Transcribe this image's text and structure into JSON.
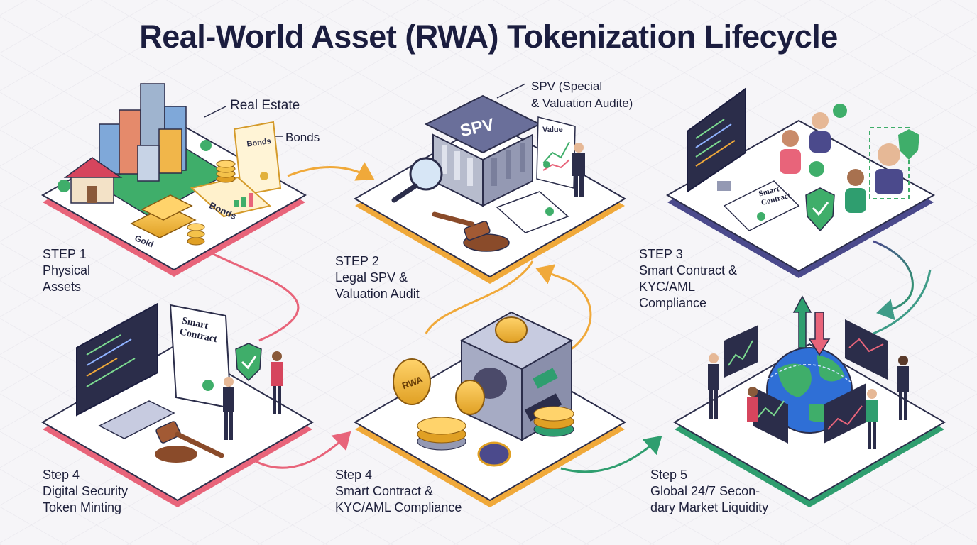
{
  "title": "Real-World Asset (RWA) Tokenization Lifecycle",
  "steps": [
    {
      "label": "STEP 1\nPhysical\nAssets",
      "accent": "#e8647a"
    },
    {
      "label": "STEP 2\nLegal SPV &\nValuation Audit",
      "accent": "#f0a93a"
    },
    {
      "label": "STEP 3\nSmart Contract &\nKYC/AML\nCompliance",
      "accent": "#4b4a8c"
    },
    {
      "label": "Step 4\nDigital Security\nToken Minting",
      "accent": "#e8647a"
    },
    {
      "label": "Step 4\nSmart Contract &\nKYC/AML Compliance",
      "accent": "#f0a93a"
    },
    {
      "label": "Step 5\nGlobal 24/7 Secon-\ndary Market Liquidity",
      "accent": "#2f9e6f"
    }
  ],
  "callouts": {
    "real_estate": "Real Estate",
    "bonds": "Bonds",
    "spv_note": "SPV (Special\n& Valuation Audite)"
  },
  "art_text": {
    "bonds_doc": "Bonds",
    "bonds_floor": "Bonds",
    "gold": "Gold",
    "spv_sign": "SPV",
    "value_chart": "Value",
    "smart_contract_doc3": "Smart\nContract",
    "smart_contract_doc4": "Smart\nContract",
    "rwa_coin": "RWA"
  }
}
